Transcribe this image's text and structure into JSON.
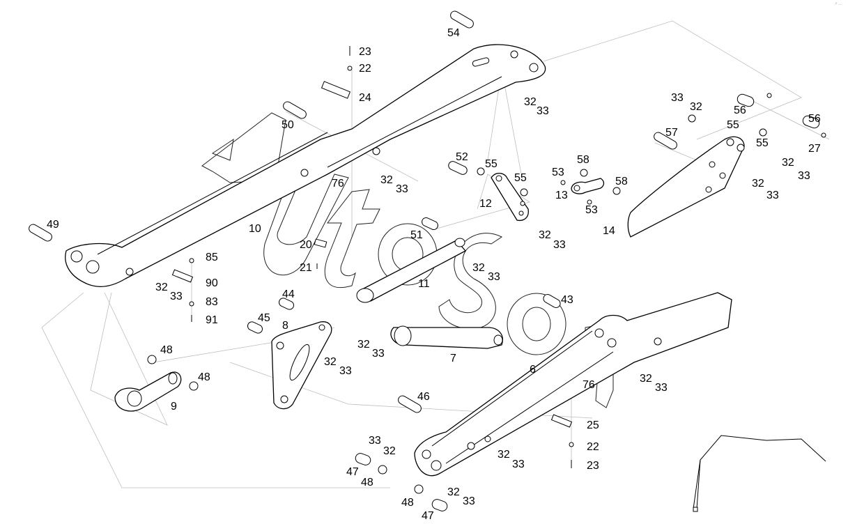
{
  "diagram": {
    "type": "exploded parts diagram",
    "subject": "loader boom / arm assembly",
    "watermark": "AutoSoft",
    "corner_mark": "·° ···",
    "labels": [
      {
        "id": "54",
        "text": "54"
      },
      {
        "id": "23a",
        "text": "23"
      },
      {
        "id": "22a",
        "text": "22"
      },
      {
        "id": "24",
        "text": "24"
      },
      {
        "id": "50",
        "text": "50"
      },
      {
        "id": "32a",
        "text": "32"
      },
      {
        "id": "33a",
        "text": "33"
      },
      {
        "id": "33b",
        "text": "33"
      },
      {
        "id": "32b",
        "text": "32"
      },
      {
        "id": "56a",
        "text": "56"
      },
      {
        "id": "56b",
        "text": "56"
      },
      {
        "id": "55a",
        "text": "55"
      },
      {
        "id": "55b",
        "text": "55"
      },
      {
        "id": "27",
        "text": "27"
      },
      {
        "id": "57",
        "text": "57"
      },
      {
        "id": "32c",
        "text": "32"
      },
      {
        "id": "33c",
        "text": "33"
      },
      {
        "id": "32d",
        "text": "32"
      },
      {
        "id": "33d",
        "text": "33"
      },
      {
        "id": "52",
        "text": "52"
      },
      {
        "id": "55c",
        "text": "55"
      },
      {
        "id": "55d",
        "text": "55"
      },
      {
        "id": "58a",
        "text": "58"
      },
      {
        "id": "53a",
        "text": "53"
      },
      {
        "id": "13",
        "text": "13"
      },
      {
        "id": "58b",
        "text": "58"
      },
      {
        "id": "53b",
        "text": "53"
      },
      {
        "id": "12",
        "text": "12"
      },
      {
        "id": "14",
        "text": "14"
      },
      {
        "id": "32e",
        "text": "32"
      },
      {
        "id": "33e",
        "text": "33"
      },
      {
        "id": "76a",
        "text": "76"
      },
      {
        "id": "32f",
        "text": "32"
      },
      {
        "id": "33f",
        "text": "33"
      },
      {
        "id": "49",
        "text": "49"
      },
      {
        "id": "10",
        "text": "10"
      },
      {
        "id": "20",
        "text": "20"
      },
      {
        "id": "21",
        "text": "21"
      },
      {
        "id": "85",
        "text": "85"
      },
      {
        "id": "90",
        "text": "90"
      },
      {
        "id": "83",
        "text": "83"
      },
      {
        "id": "91",
        "text": "91"
      },
      {
        "id": "32g",
        "text": "32"
      },
      {
        "id": "33g",
        "text": "33"
      },
      {
        "id": "51",
        "text": "51"
      },
      {
        "id": "11",
        "text": "11"
      },
      {
        "id": "32h",
        "text": "32"
      },
      {
        "id": "33h",
        "text": "33"
      },
      {
        "id": "44",
        "text": "44"
      },
      {
        "id": "45",
        "text": "45"
      },
      {
        "id": "8",
        "text": "8"
      },
      {
        "id": "32i",
        "text": "32"
      },
      {
        "id": "33i",
        "text": "33"
      },
      {
        "id": "32j",
        "text": "32"
      },
      {
        "id": "33j",
        "text": "33"
      },
      {
        "id": "48a",
        "text": "48"
      },
      {
        "id": "48b",
        "text": "48"
      },
      {
        "id": "9",
        "text": "9"
      },
      {
        "id": "7",
        "text": "7"
      },
      {
        "id": "6",
        "text": "6"
      },
      {
        "id": "43",
        "text": "43"
      },
      {
        "id": "76b",
        "text": "76"
      },
      {
        "id": "32k",
        "text": "32"
      },
      {
        "id": "33k",
        "text": "33"
      },
      {
        "id": "46",
        "text": "46"
      },
      {
        "id": "25",
        "text": "25"
      },
      {
        "id": "22b",
        "text": "22"
      },
      {
        "id": "23b",
        "text": "23"
      },
      {
        "id": "33l",
        "text": "33"
      },
      {
        "id": "32l",
        "text": "32"
      },
      {
        "id": "47a",
        "text": "47"
      },
      {
        "id": "48c",
        "text": "48"
      },
      {
        "id": "32m",
        "text": "32"
      },
      {
        "id": "33m",
        "text": "33"
      },
      {
        "id": "48d",
        "text": "48"
      },
      {
        "id": "32n",
        "text": "32"
      },
      {
        "id": "33n",
        "text": "33"
      },
      {
        "id": "47b",
        "text": "47"
      }
    ]
  }
}
